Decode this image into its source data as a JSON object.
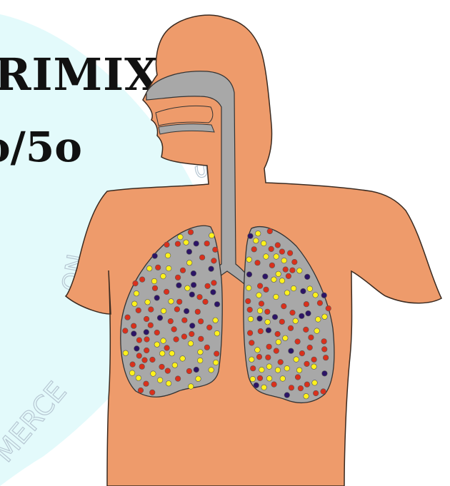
{
  "title": {
    "line1": "RIMIX",
    "line2": "o/5o"
  },
  "watermark": {
    "text_right": "DOMINUS",
    "text_mid": "ON",
    "text_bottom": "MERCE"
  },
  "colors": {
    "skin": "#EE9B6B",
    "airway": "#A8A8A8",
    "background_blob": "#E3FAFB",
    "watermark": "#B7C7D3",
    "molecule_red": "#D9301C",
    "molecule_yellow": "#FFF21C",
    "molecule_navy": "#2C1466"
  },
  "legend_counts_note": ""
}
